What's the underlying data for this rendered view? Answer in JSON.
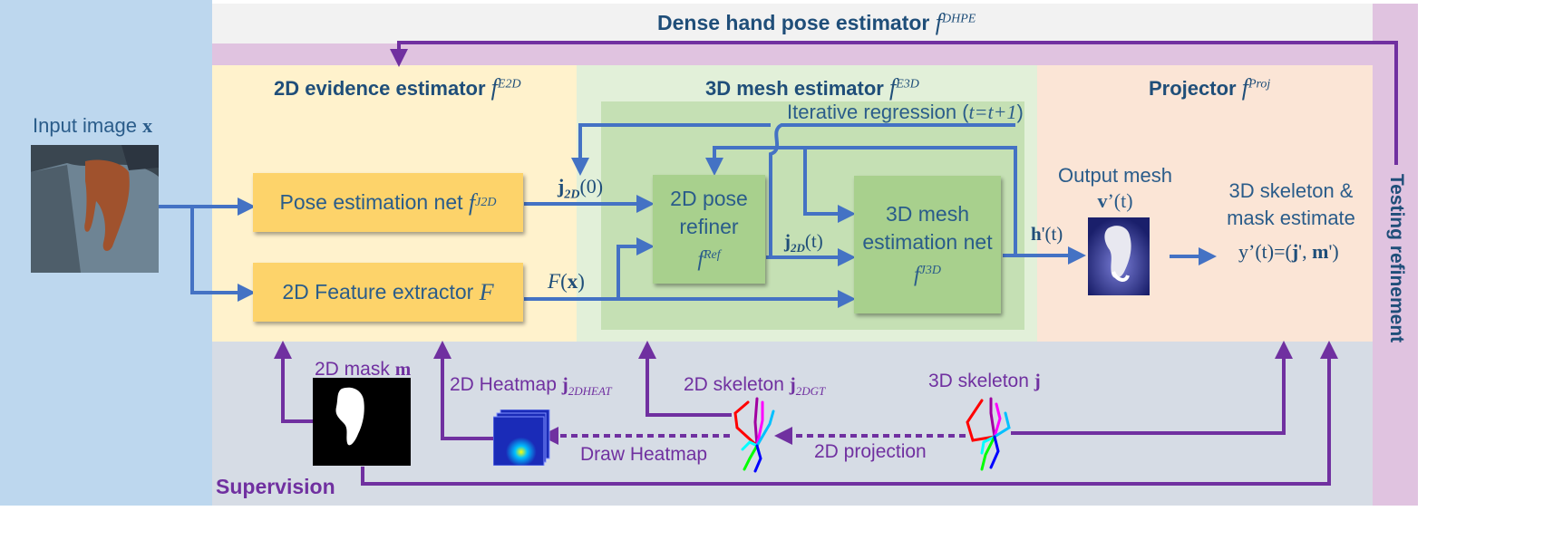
{
  "top_title": {
    "text": "Dense hand pose estimator",
    "math": "f",
    "sup": "DHPE"
  },
  "input": {
    "label": "Input image",
    "var": "x"
  },
  "sections": {
    "e2d": {
      "text": "2D evidence estimator",
      "math": "f",
      "sup": "E2D"
    },
    "e3d": {
      "text": "3D mesh estimator",
      "math": "f",
      "sup": "E3D"
    },
    "proj": {
      "text": "Projector",
      "math": "f",
      "sup": "Proj"
    }
  },
  "iterative": {
    "text": "Iterative regression (",
    "math": "t=t+1",
    "close": ")"
  },
  "boxes": {
    "pose_net": {
      "text": "Pose estimation net",
      "math": "f",
      "sup": "J2D"
    },
    "feature": {
      "text": "2D Feature extractor",
      "math": "F"
    },
    "refiner": {
      "line1": "2D pose",
      "line2": "refiner",
      "math": "f",
      "sup": "Ref"
    },
    "mesh_net": {
      "line1": "3D mesh",
      "line2": "estimation net",
      "math": "f",
      "sup": "J3D"
    }
  },
  "arrows": {
    "j2d0": {
      "bold": "j",
      "sub": "2D",
      "rest": "(0)"
    },
    "j2dt": {
      "bold": "j",
      "sub": "2D",
      "rest": "(t)"
    },
    "fx": {
      "math": "F",
      "paren_open": "(",
      "bold": "x",
      "paren_close": ")"
    },
    "ht": {
      "bold": "h",
      "rest": "'(t)"
    }
  },
  "output_mesh": {
    "label": "Output mesh",
    "bold": "v",
    "rest": "’(t)"
  },
  "skeleton_estimate": {
    "line1": "3D skeleton &",
    "line2": "mask estimate",
    "formula_a": "y’(t)=(",
    "bold_j": "j",
    "mid": "', ",
    "bold_m": "m",
    "end": "')"
  },
  "testing": "Testing refinement",
  "supervision": {
    "title": "Supervision",
    "mask": {
      "text": "2D mask",
      "bold": "m"
    },
    "heatmap": {
      "text": "2D Heatmap",
      "bold": "j",
      "sub": "2DHEAT"
    },
    "skel2d": {
      "text": "2D skeleton",
      "bold": "j",
      "sub": "2DGT"
    },
    "skel3d": {
      "text": "3D skeleton",
      "bold": "j"
    },
    "draw_heatmap": "Draw Heatmap",
    "projection": "2D projection"
  },
  "colors": {
    "blue_bg": "#bdd7ee",
    "top_band": "#f2f2f2",
    "purple_band": "#e0c3e0",
    "yellow_bg": "#fff2cc",
    "green_bg": "#e2f0d9",
    "green_inner": "#c5e0b4",
    "peach_bg": "#fbe5d6",
    "supervision_bg": "#d6dce5",
    "arrow_blue": "#4472c4",
    "arrow_purple": "#7030a0"
  }
}
